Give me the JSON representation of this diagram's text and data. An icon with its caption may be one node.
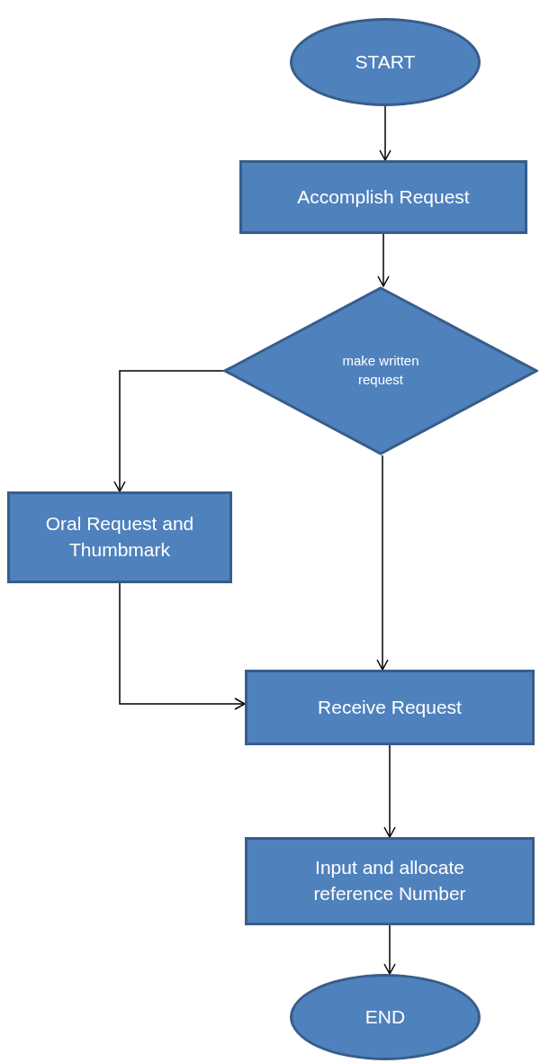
{
  "diagram": {
    "nodes": [
      {
        "text": [
          "START"
        ]
      },
      {
        "text": [
          "Accomplish Request"
        ]
      },
      {
        "text": [
          "make written request"
        ]
      },
      {
        "text": [
          "Oral Request and Thumbmark"
        ]
      },
      {
        "text": [
          "Receive Request"
        ]
      },
      {
        "text": [
          "Input and allocate reference Number"
        ]
      },
      {
        "text": [
          "END"
        ]
      }
    ],
    "edges": [
      {
        "from": 0,
        "to": 1,
        "arrow": "to"
      },
      {
        "from": 1,
        "to": 2,
        "arrow": "to"
      },
      {
        "from": 2,
        "to": 3,
        "arrow": "to"
      },
      {
        "from": 2,
        "to": 4,
        "arrow": "to"
      },
      {
        "from": 3,
        "to": 4,
        "arrow": "to"
      },
      {
        "from": 4,
        "to": 5,
        "arrow": "to"
      },
      {
        "from": 5,
        "to": 6,
        "arrow": "to"
      }
    ]
  }
}
